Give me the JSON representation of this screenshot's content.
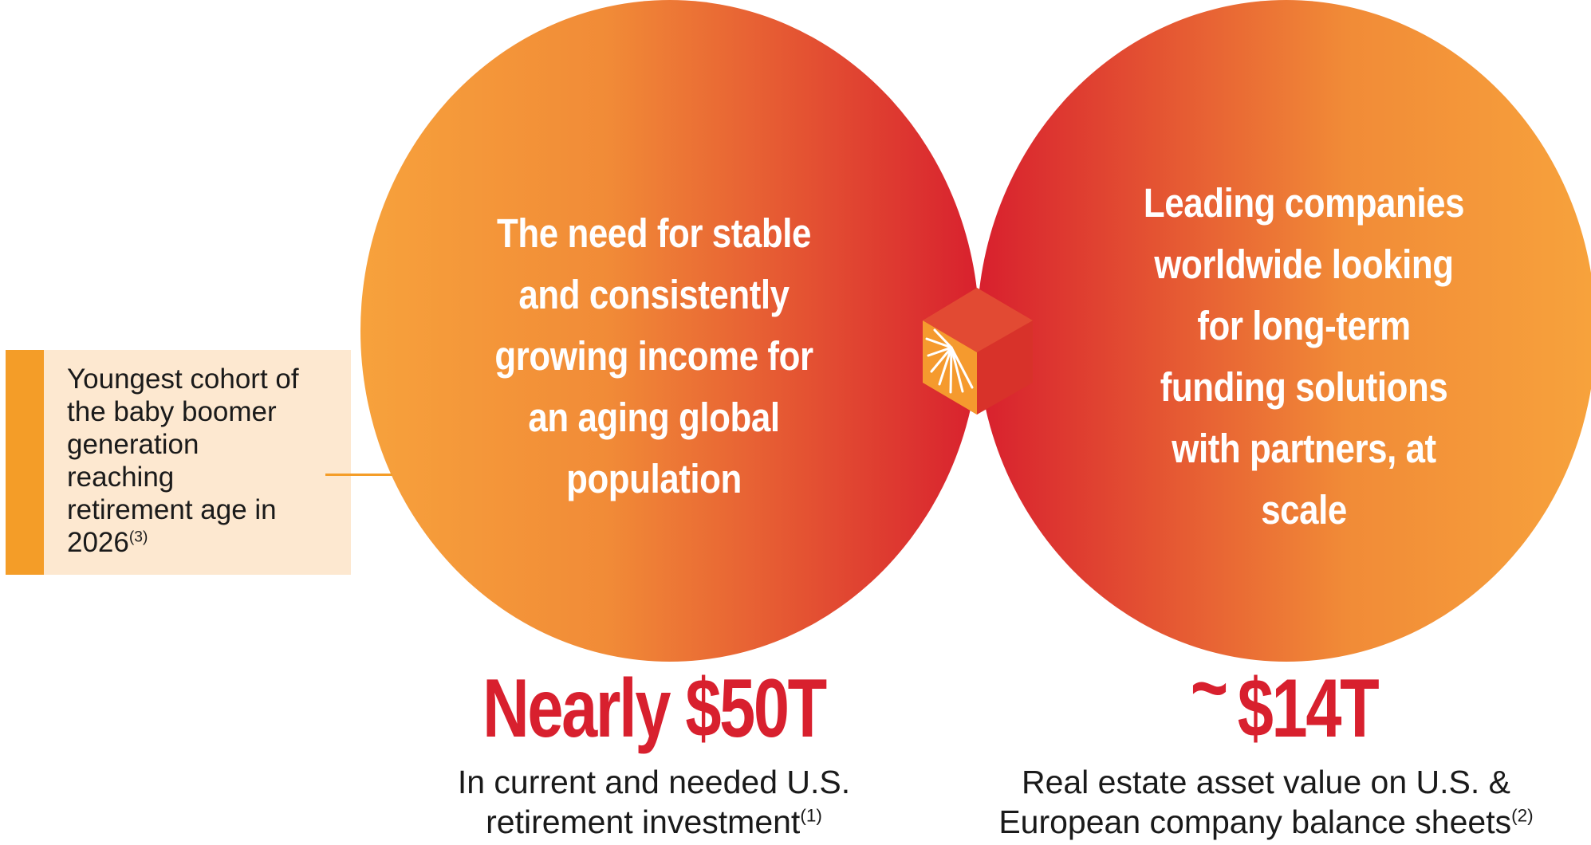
{
  "colors": {
    "orange": "#f7a23c",
    "red": "#d8202e",
    "overlap": "#fbdcb6",
    "callout_bg": "#fde8d0",
    "callout_bar": "#f49d28"
  },
  "icon": "hexagon-sunburst-logo-icon",
  "left_circle": {
    "lines": [
      "The need for stable",
      "and consistently",
      "growing income for",
      "an aging global",
      "population"
    ]
  },
  "right_circle": {
    "lines": [
      "Leading companies",
      "worldwide looking",
      "for long-term",
      "funding solutions",
      "with partners, at",
      "scale"
    ]
  },
  "left_stat": {
    "value": "Nearly $50T",
    "caption_line1": "In current and needed U.S.",
    "caption_line2": "retirement investment",
    "footnote": "(1)"
  },
  "right_stat": {
    "tilde": "~",
    "value": "$14T",
    "caption_line1": "Real estate asset value on U.S. &",
    "caption_line2": "European company balance sheets",
    "footnote": "(2)"
  },
  "callout": {
    "lines": [
      "Youngest cohort of",
      "the baby boomer",
      "generation",
      "reaching",
      "retirement age in",
      "2026"
    ],
    "footnote": "(3)"
  }
}
